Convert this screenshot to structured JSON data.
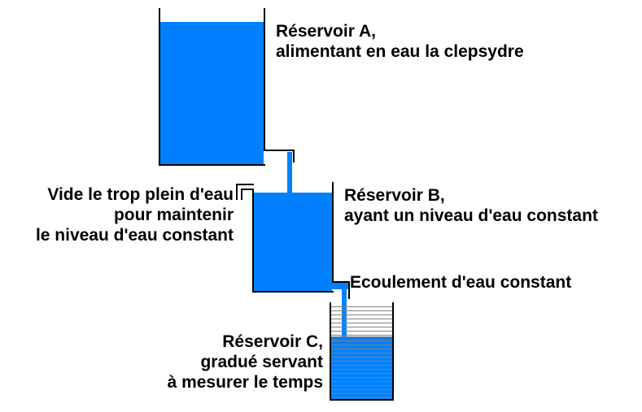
{
  "diagram_title": "Clepsydre (water clock) schematic with three reservoirs",
  "colors": {
    "water": "#0080ff",
    "outline": "#000000",
    "graduation": "#808080",
    "background": "#ffffff",
    "text": "#000000"
  },
  "labels": {
    "reservoir_a": {
      "line1": "Réservoir A,",
      "line2": "alimentant en eau la clepsydre"
    },
    "overflow": {
      "line1": "Vide le trop plein d'eau",
      "line2": "pour maintenir",
      "line3": "le niveau d'eau constant"
    },
    "reservoir_b": {
      "line1": "Réservoir B,",
      "line2": "ayant un niveau d'eau constant"
    },
    "ecoulement": {
      "line1": "Ecoulement d'eau constant"
    },
    "reservoir_c": {
      "line1": "Réservoir C,",
      "line2": "gradué servant",
      "line3": "à mesurer le temps"
    }
  }
}
